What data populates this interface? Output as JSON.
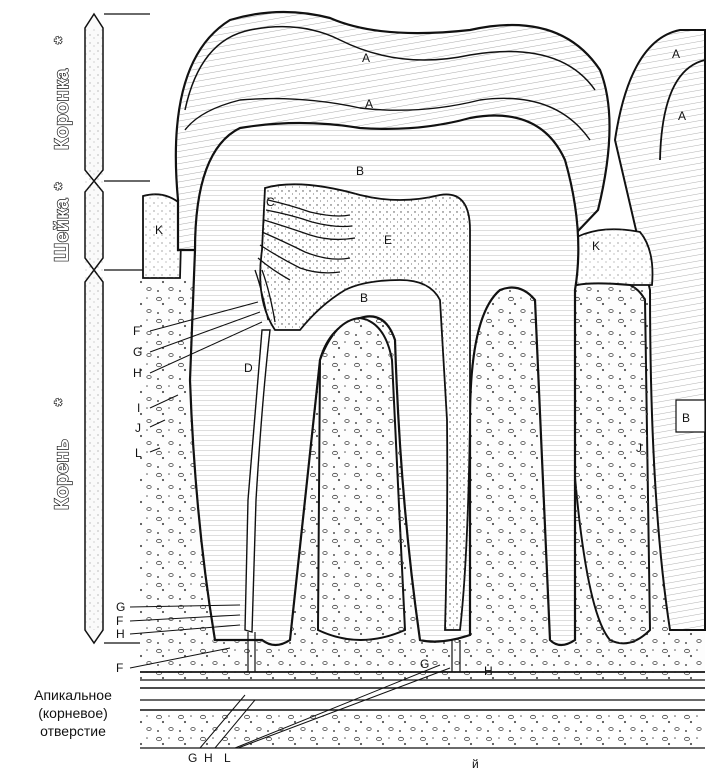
{
  "segments": {
    "crown": "Коронка",
    "neck": "Шейка",
    "root": "Корень",
    "asterisk": "*"
  },
  "labels": {
    "A": "A",
    "B": "B",
    "C": "C",
    "D": "D",
    "E": "E",
    "F": "F",
    "G": "G",
    "H": "H",
    "I": "I",
    "J": "J",
    "K": "K",
    "L": "L"
  },
  "caption": {
    "line1": "Апикальное",
    "line2": "(корневое)",
    "line3": "отверстие"
  },
  "bottom_glyph": "й"
}
